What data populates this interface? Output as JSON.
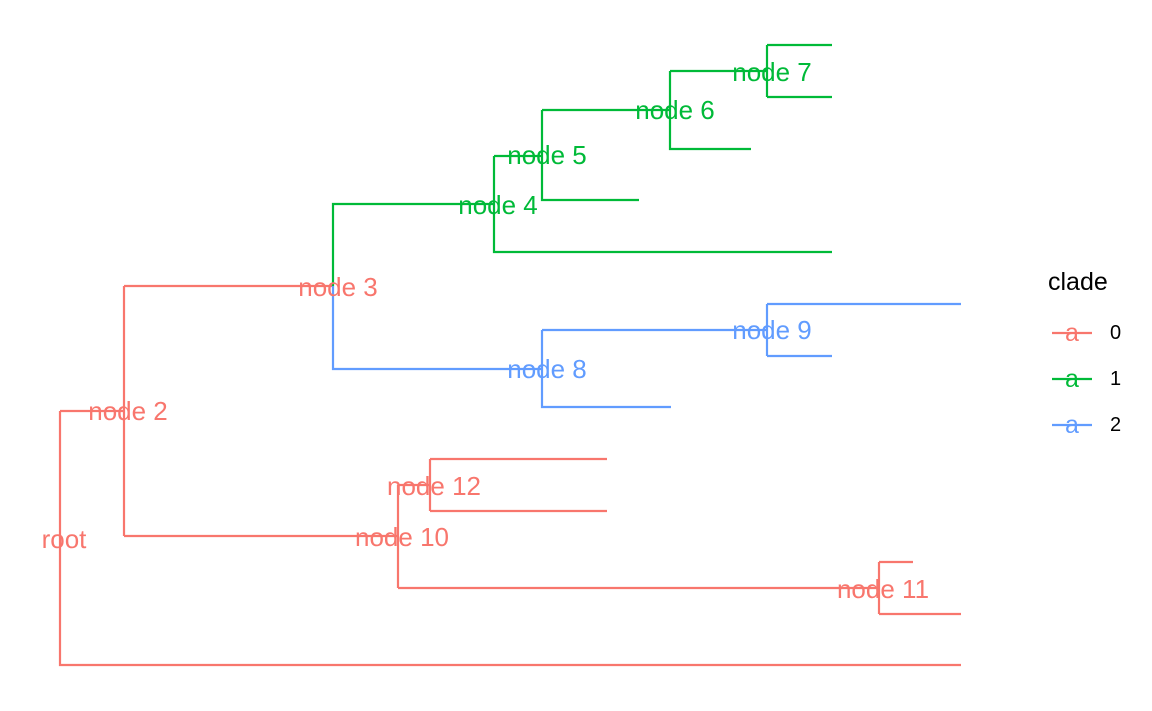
{
  "diagram": {
    "type": "phylogenetic-tree",
    "clade_colors": {
      "0": "#F8766D",
      "1": "#00BA38",
      "2": "#619CFF"
    },
    "nodes": [
      {
        "id": "root",
        "label": "root",
        "clade": "0",
        "parent": null
      },
      {
        "id": "n2",
        "label": "node 2",
        "clade": "0",
        "parent": "root"
      },
      {
        "id": "n3",
        "label": "node 3",
        "clade": "0",
        "parent": "n2"
      },
      {
        "id": "n4",
        "label": "node 4",
        "clade": "1",
        "parent": "n3"
      },
      {
        "id": "n5",
        "label": "node 5",
        "clade": "1",
        "parent": "n4"
      },
      {
        "id": "n6",
        "label": "node 6",
        "clade": "1",
        "parent": "n5"
      },
      {
        "id": "n7",
        "label": "node 7",
        "clade": "1",
        "parent": "n6"
      },
      {
        "id": "n8",
        "label": "node 8",
        "clade": "2",
        "parent": "n3"
      },
      {
        "id": "n9",
        "label": "node 9",
        "clade": "2",
        "parent": "n8"
      },
      {
        "id": "n10",
        "label": "node 10",
        "clade": "0",
        "parent": "n2"
      },
      {
        "id": "n11",
        "label": "node 11",
        "clade": "0",
        "parent": "n10"
      },
      {
        "id": "n12",
        "label": "node 12",
        "clade": "0",
        "parent": "n10"
      }
    ],
    "legend": {
      "title": "clade",
      "key_glyph": "a",
      "entries": [
        {
          "label": "0",
          "color": "#F8766D"
        },
        {
          "label": "1",
          "color": "#00BA38"
        },
        {
          "label": "2",
          "color": "#619CFF"
        }
      ]
    }
  }
}
